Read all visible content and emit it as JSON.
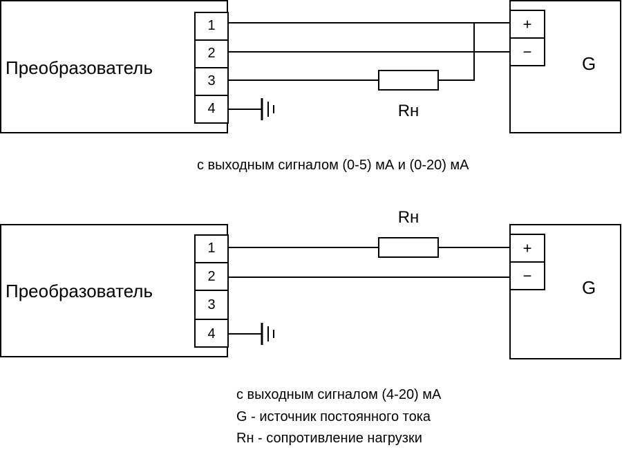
{
  "diagram1": {
    "device_label": "Преобразователь",
    "terminals": [
      "1",
      "2",
      "3",
      "4"
    ],
    "source_signs": [
      "+",
      "−"
    ],
    "source_label": "G",
    "resistor_label": "Rн",
    "caption": "с выходным сигналом (0-5) мА и (0-20) мА"
  },
  "diagram2": {
    "device_label": "Преобразователь",
    "terminals": [
      "1",
      "2",
      "3",
      "4"
    ],
    "source_signs": [
      "+",
      "−"
    ],
    "source_label": "G",
    "resistor_label": "Rн",
    "caption": "с выходным сигналом (4-20) мА"
  },
  "legend": {
    "g_note": "G - источник постоянного тока",
    "r_note": "Rн - сопротивление нагрузки"
  }
}
